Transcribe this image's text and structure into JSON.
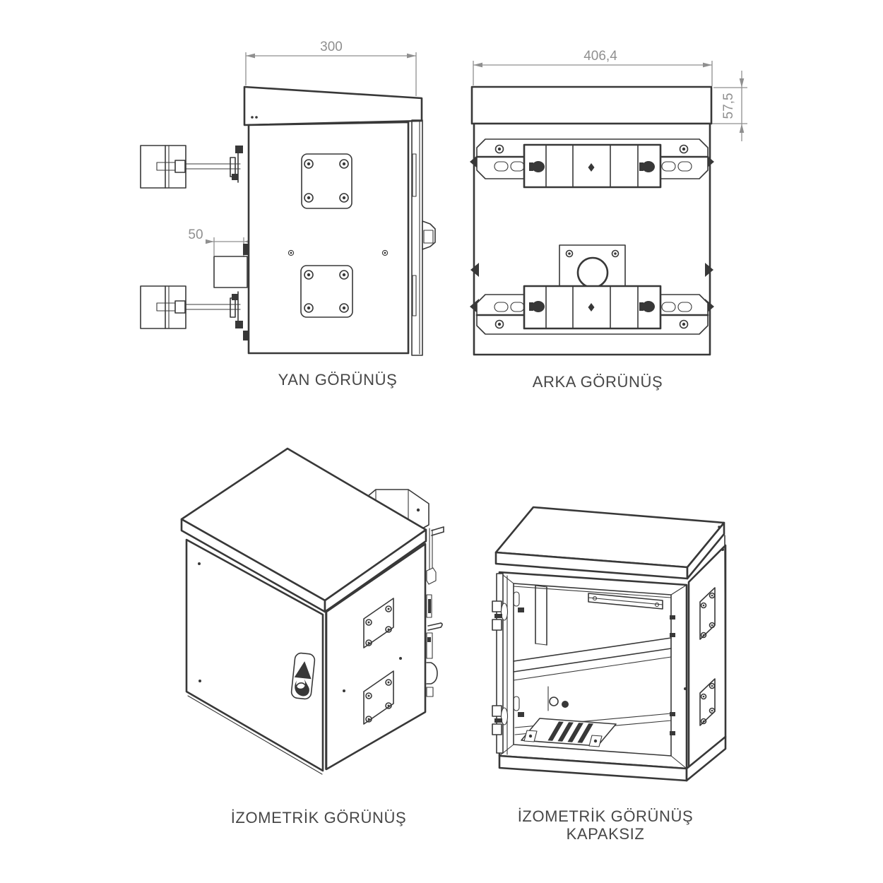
{
  "sheet": {
    "background": "#ffffff",
    "line_color": "#383838",
    "dimension_color": "#8f8f8f",
    "label_color": "#474747"
  },
  "views": {
    "side": {
      "label": "YAN GÖRÜNÜŞ",
      "dim_width": "300",
      "dim_bracket_offset": "50"
    },
    "back": {
      "label": "ARKA GÖRÜNÜŞ",
      "dim_width": "406,4",
      "dim_roof_height": "57,5"
    },
    "iso_closed": {
      "label": "İZOMETRİK GÖRÜNÜŞ"
    },
    "iso_open": {
      "label_line_1": "İZOMETRİK GÖRÜNÜŞ",
      "label_line_2": "KAPAKSIZ"
    }
  }
}
